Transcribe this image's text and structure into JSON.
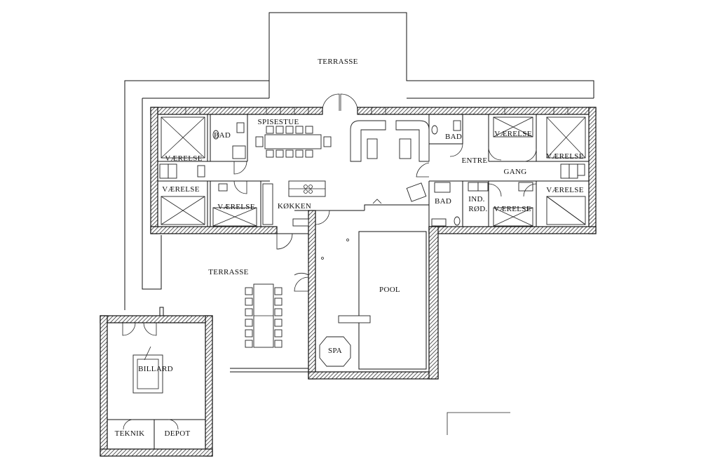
{
  "rooms": {
    "terrasse_top": "TERRASSE",
    "spisestue": "SPISESTUE",
    "bad_left": "BAD",
    "vaerelse_nw": "VÆRELSE",
    "vaerelse_w2": "VÆRELSE",
    "vaerelse_w3": "VÆRELSE",
    "koekken": "KØKKEN",
    "bad_right_top": "BAD",
    "entre": "ENTRE",
    "gang": "GANG",
    "vaerelse_ne1": "VÆRELSE",
    "vaerelse_ne2": "VÆRELSE",
    "vaerelse_e": "VÆRELSE",
    "vaerelse_se": "VÆRELSE",
    "bad_right_bottom": "BAD",
    "ind_rod_1": "IND.",
    "ind_rod_2": "RØD.",
    "terrasse_mid": "TERRASSE",
    "pool": "POOL",
    "spa": "SPA",
    "billard": "BILLARD",
    "teknik": "TEKNIK",
    "depot": "DEPOT"
  }
}
